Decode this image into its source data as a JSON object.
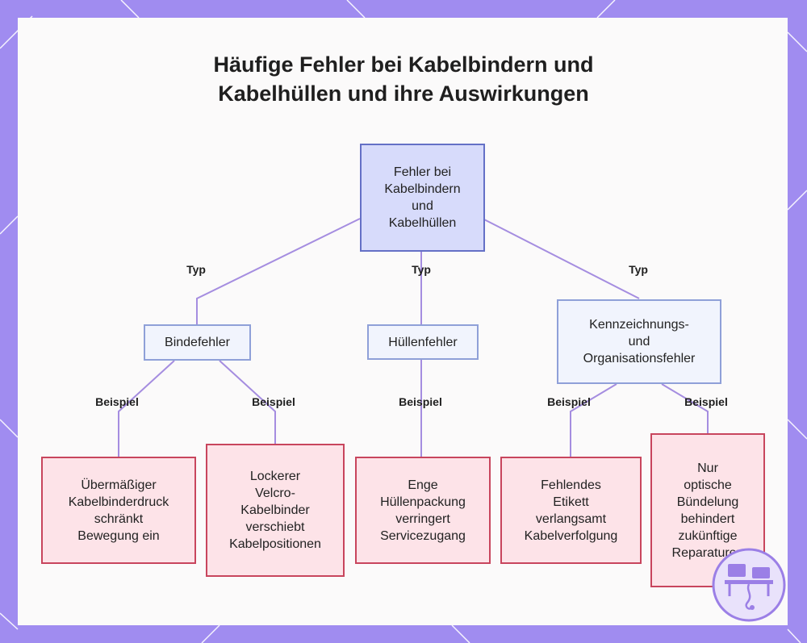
{
  "title_lines": [
    "Häufige Fehler bei Kabelbindern und",
    "Kabelhüllen und ihre Auswirkungen"
  ],
  "root": {
    "lines": [
      "Fehler bei",
      "Kabelbindern",
      "und",
      "Kabelhüllen"
    ]
  },
  "categories": [
    {
      "lines": [
        "Bindefehler"
      ]
    },
    {
      "lines": [
        "Hüllenfehler"
      ]
    },
    {
      "lines": [
        "Kennzeichnungs-",
        "und",
        "Organisationsfehler"
      ]
    }
  ],
  "examples": [
    {
      "lines": [
        "Übermäßiger",
        "Kabelbinderdruck",
        "schränkt",
        "Bewegung ein"
      ]
    },
    {
      "lines": [
        "Lockerer",
        "Velcro-",
        "Kabelbinder",
        "verschiebt",
        "Kabelpositionen"
      ]
    },
    {
      "lines": [
        "Enge",
        "Hüllenpackung",
        "verringert",
        "Servicezugang"
      ]
    },
    {
      "lines": [
        "Fehlendes",
        "Etikett",
        "verlangsamt",
        "Kabelverfolgung"
      ]
    },
    {
      "lines": [
        "Nur",
        "optische",
        "Bündelung",
        "behindert",
        "zukünftige",
        "Reparaturen"
      ]
    }
  ],
  "edge_labels": {
    "type": "Typ",
    "example": "Beispiel"
  },
  "colors": {
    "frame": "#a08cf0",
    "edge": "#a58de0",
    "root_fill": "#d7dbfb",
    "example_border": "#c8455d"
  }
}
